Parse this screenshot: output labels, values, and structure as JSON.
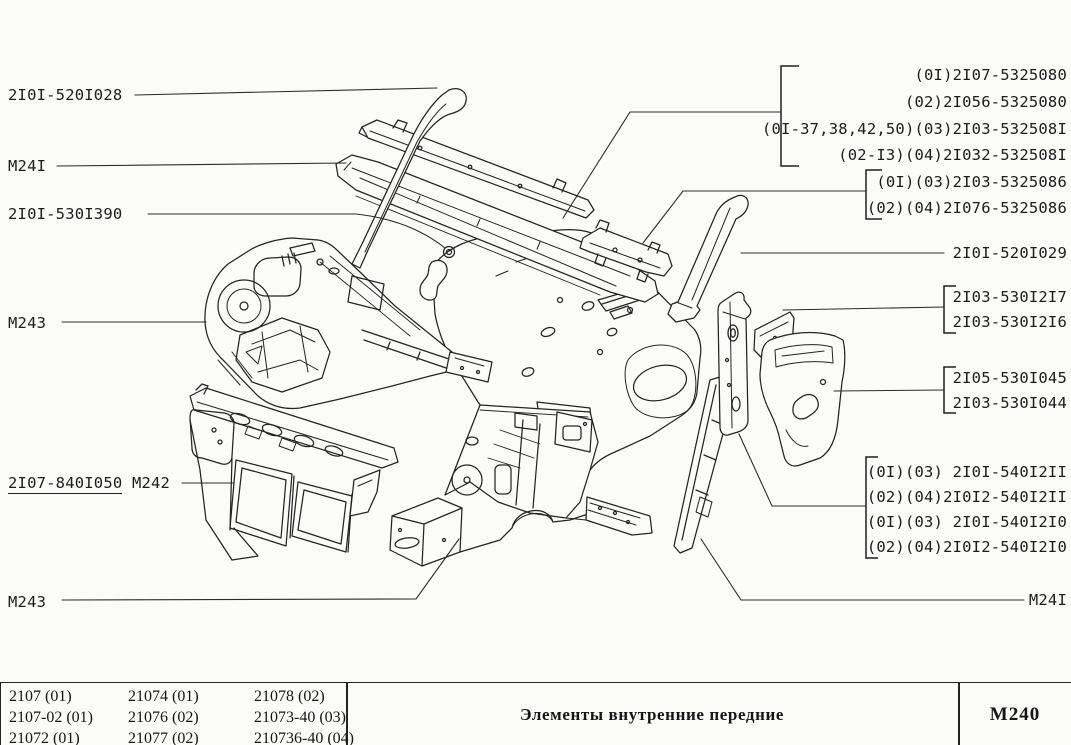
{
  "colors": {
    "ink": "#1c1c1c",
    "paper": "#fbfbfa"
  },
  "labels": {
    "left": [
      {
        "text": "2I0I-520I028"
      },
      {
        "text": "M24I"
      },
      {
        "text": "2I0I-530I390"
      },
      {
        "text": "M243"
      },
      {
        "code": "2I07-840I050",
        "ref": "M242"
      },
      {
        "text": "M243"
      }
    ],
    "right": [
      {
        "text": "(0I)2I07-5325080"
      },
      {
        "text": "(02)2I056-5325080"
      },
      {
        "text": "(0I-37,38,42,50)(03)2I03-532508I"
      },
      {
        "text": "(02-I3)(04)2I032-532508I"
      },
      {
        "text": "(0I)(03)2I03-5325086"
      },
      {
        "text": "(02)(04)2I076-5325086"
      },
      {
        "text": "2I0I-520I029"
      },
      {
        "text": "2I03-530I2I7"
      },
      {
        "text": "2I03-530I2I6"
      },
      {
        "text": "2I05-530I045"
      },
      {
        "text": "2I03-530I044"
      },
      {
        "text": "(0I)(03) 2I0I-540I2II"
      },
      {
        "text": "(02)(04)2I0I2-540I2II"
      },
      {
        "text": "(0I)(03) 2I0I-540I2I0"
      },
      {
        "text": "(02)(04)2I0I2-540I2I0"
      },
      {
        "text": "M24I"
      }
    ]
  },
  "footer": {
    "codes": [
      [
        "2107 (01)",
        "2107-02 (01)",
        "21072 (01)"
      ],
      [
        "21074 (01)",
        "21076 (02)",
        "21077 (02)"
      ],
      [
        "21078 (02)",
        "21073-40 (03)",
        "210736-40 (04)"
      ]
    ],
    "title": "Элементы внутренние передние",
    "page_code": "М240"
  }
}
